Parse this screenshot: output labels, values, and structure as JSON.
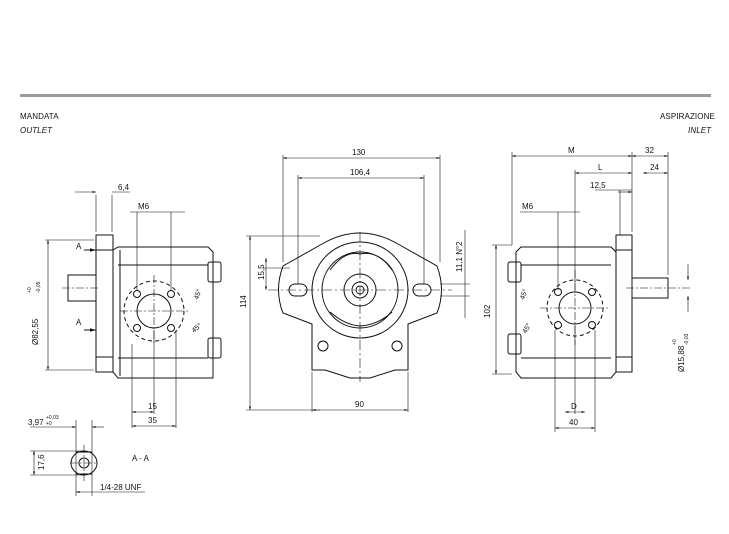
{
  "headers": {
    "outlet_it": "MANDATA",
    "outlet_en": "OUTLET",
    "inlet_it": "ASPIRAZIONE",
    "inlet_en": "INLET"
  },
  "left_view": {
    "dim_top": "6,4",
    "thread": "M6",
    "section_mark": "A",
    "diameter": "Ø82,55",
    "diameter_tol_upper": "+0",
    "diameter_tol_lower": "-0,05",
    "angle_1": "45°",
    "angle_2": "45°",
    "dim_15": "15",
    "dim_35": "35"
  },
  "front_view": {
    "dim_130": "130",
    "dim_106": "106,4",
    "dim_15_5": "15,5",
    "dim_114": "114",
    "hole_note": "11,1 N°2",
    "dim_90": "90"
  },
  "right_view": {
    "dim_M": "M",
    "dim_32": "32",
    "dim_L": "L",
    "dim_24": "24",
    "dim_12_5": "12,5",
    "thread": "M6",
    "dim_102": "102",
    "angle_1": "45°",
    "angle_2": "45°",
    "dim_D": "D",
    "dim_40": "40",
    "shaft_diameter": "Ø15,88",
    "shaft_tol_upper": "+0",
    "shaft_tol_lower": "-0,03"
  },
  "section_view": {
    "key_width": "3,97",
    "key_tol_upper": "+0,03",
    "key_tol_lower": "+0",
    "dim_17_6": "17,6",
    "title": "A - A",
    "thread_spec": "1/4-28 UNF"
  }
}
